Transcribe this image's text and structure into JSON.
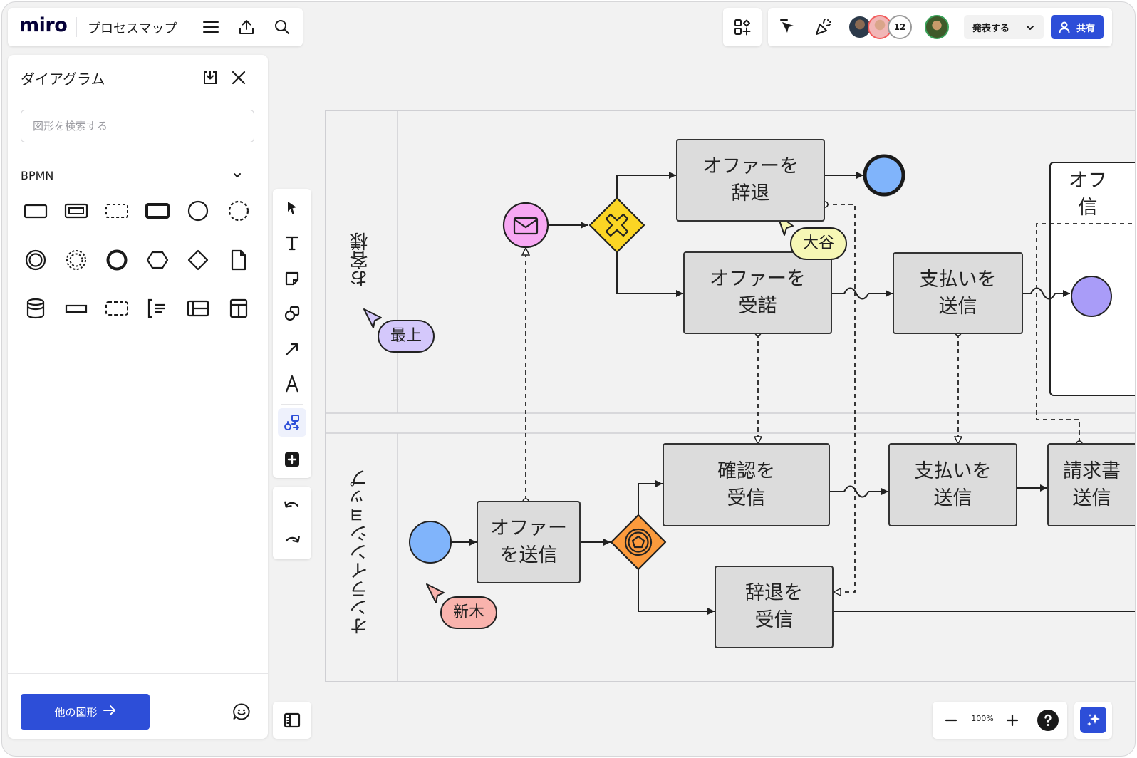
{
  "app": {
    "logo": "miro",
    "board_title": "プロセスマップ",
    "colors": {
      "accent": "#2d4ed8",
      "canvas": "#f2f2f2",
      "task_fill": "#dcdcdc"
    }
  },
  "topbar": {
    "collaborator_count": "12",
    "present_label": "発表する",
    "share_label": "共有"
  },
  "diagram_panel": {
    "title": "ダイアグラム",
    "search_placeholder": "図形を検索する",
    "section": "BPMN",
    "shapes": [
      "task-shape",
      "subprocess-shape",
      "transaction-shape",
      "call-activity-shape",
      "start-event-shape",
      "non-interrupting-event-shape",
      "intermediate-event-shape",
      "intermediate-non-interrupting-shape",
      "end-event-shape",
      "conversation-shape",
      "gateway-shape",
      "data-object-shape",
      "data-store-shape",
      "message-shape",
      "group-shape",
      "annotation-shape",
      "pool-horizontal-shape",
      "pool-vertical-shape"
    ],
    "more_shapes_label": "他の図形"
  },
  "zoom": {
    "level": "100%"
  },
  "diagram": {
    "lanes": [
      {
        "label": "お客様"
      },
      {
        "label": "オンラインショップ"
      }
    ],
    "tasks": {
      "decline_offer": "オファーを\n辞退",
      "accept_offer": "オファーを\n受諾",
      "send_payment_customer": "支払いを\n送信",
      "offer_send_partial": "オフ\n信",
      "send_offer": "オファー\nを送信",
      "receive_confirmation": "確認を\n受信",
      "send_payment_shop": "支払いを\n送信",
      "invoice_partial": "請求書\n送信",
      "receive_decline": "辞退を\n受信"
    },
    "collaborators": [
      {
        "name": "大谷",
        "color": "#f6f7b5"
      },
      {
        "name": "最上",
        "color": "#d4c8fb"
      },
      {
        "name": "新木",
        "color": "#f9b3ad"
      }
    ]
  }
}
